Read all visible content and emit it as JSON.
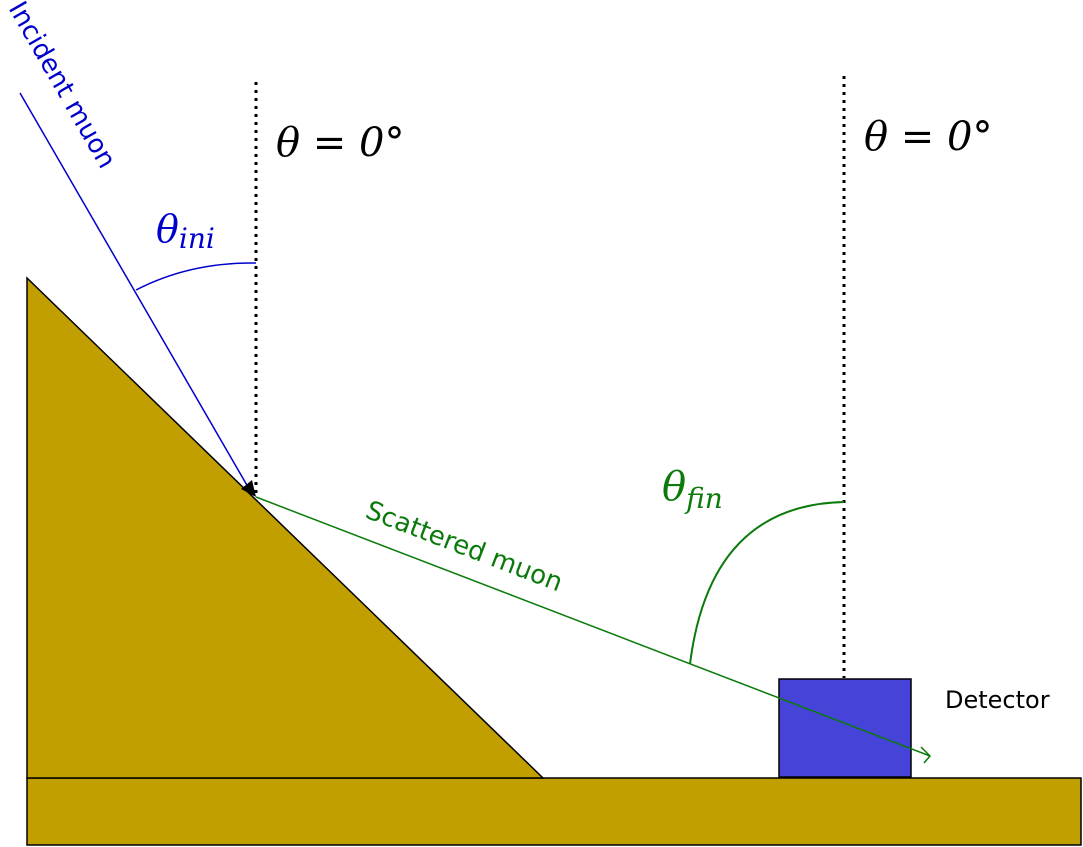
{
  "labels": {
    "incident": "Incident muon",
    "scattered": "Scattered muon",
    "detector": "Detector",
    "theta_zero_left": "θ = 0°",
    "theta_zero_right": "θ = 0°",
    "theta_ini_base": "θ",
    "theta_ini_sub": "ini",
    "theta_fin_base": "θ",
    "theta_fin_sub": "fin"
  },
  "colors": {
    "ground": "#c29f00",
    "detector": "#4643d9",
    "incident": "#0000cc",
    "scattered": "#0a7a0a",
    "outline": "#000000"
  }
}
